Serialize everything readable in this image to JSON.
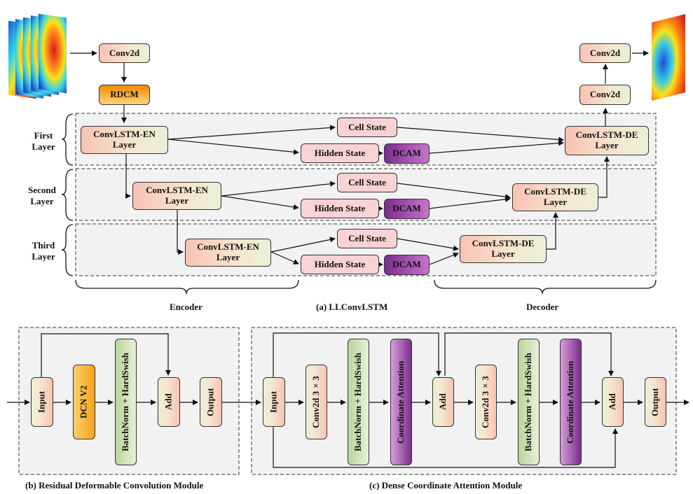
{
  "diagram": {
    "input_block": "Conv2d",
    "rdcm": "RDCM",
    "output_conv_top": "Conv2d",
    "output_conv_bottom": "Conv2d",
    "encoder_label": "ConvLSTM-EN Layer",
    "decoder_label": "ConvLSTM-DE Layer",
    "cell_state": "Cell State",
    "hidden_state": "Hidden State",
    "dcam": "DCAM",
    "layers": [
      "First Layer",
      "Second Layer",
      "Third Layer"
    ],
    "encoder_brace": "Encoder",
    "decoder_brace": "Decoder",
    "caption_a": "(a) LLConvLSTM"
  },
  "rdcm_module": {
    "blocks": [
      "Input",
      "DCN V2",
      "BatchNorm + HardSwish",
      "Add",
      "Output"
    ],
    "caption": "(b) Residual Deformable Convolution Module"
  },
  "dcam_module": {
    "blocks": [
      "Input",
      "Conv2d 3×3",
      "BatchNorm + HardSwish",
      "Coordinate Attention",
      "Add",
      "Conv2d 3×3",
      "BatchNorm + HardSwish",
      "Coordinate Attention",
      "Add",
      "Output"
    ],
    "caption": "(c) Dense Coordinate Attention Module"
  },
  "colors": {
    "peach": "#f8c3b3",
    "pink": "#f9d3d3",
    "purple": "#7b2d8e",
    "orange": "#f28c00",
    "green": "#b9d59c",
    "panel": "#f2f2f2"
  }
}
